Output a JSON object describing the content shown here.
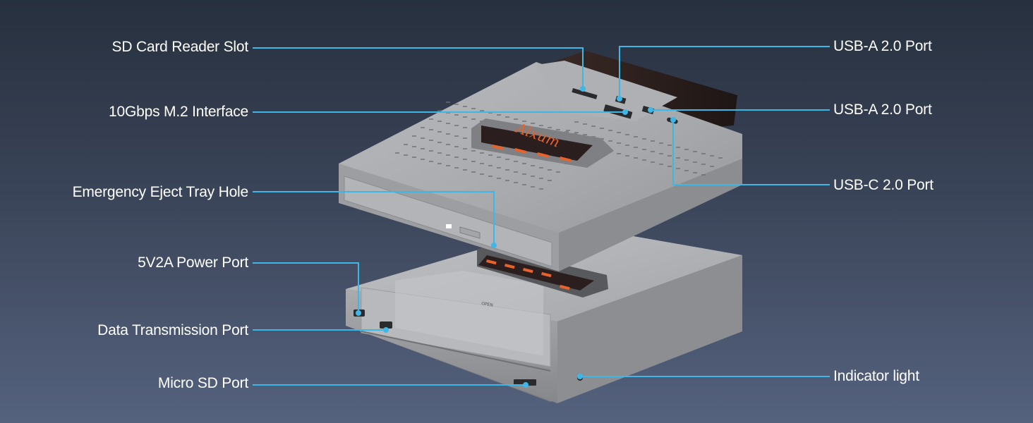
{
  "diagram": {
    "brand_logo_text": "Alxum",
    "leader_color": "#3fb7e6",
    "accent_color": "#e8622c",
    "labels_left": [
      "SD Card Reader Slot",
      "10Gbps M.2 Interface",
      "Emergency Eject Tray Hole",
      "5V2A Power Port",
      "Data Transmission Port",
      "Micro SD Port"
    ],
    "labels_right": [
      "USB-A 2.0 Port",
      "USB-A 2.0 Port",
      "USB-C 2.0 Port",
      "Indicator light"
    ]
  }
}
